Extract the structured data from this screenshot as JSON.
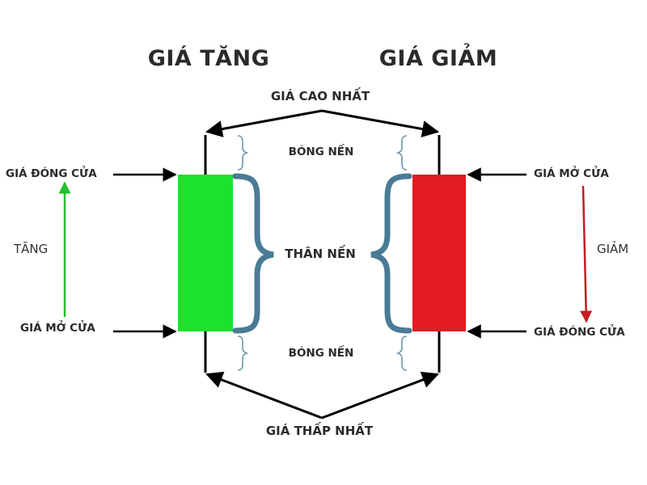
{
  "titles": {
    "rise": "GIÁ TĂNG",
    "fall": "GIÁ GIẢM"
  },
  "labels": {
    "high": "GIÁ CAO NHẤT",
    "low": "GIÁ THẤP NHẤT",
    "shadow_top": "BÓNG NẾN",
    "body": "THÂN NẾN",
    "shadow_bottom": "BÓNG NẾN"
  },
  "left": {
    "close": "GIÁ ĐÓNG CỬA",
    "open": "GIÁ MỞ CỬA",
    "direction": "TĂNG"
  },
  "right": {
    "open": "GIÁ MỞ CỬA",
    "close": "GIÁ ĐÓNG CỬA",
    "direction": "GIẢM"
  },
  "colors": {
    "bullish": "#1be22b",
    "bearish": "#e21b22",
    "brace": "#4a7b96",
    "line": "#000000",
    "text": "#2b2b2b"
  }
}
